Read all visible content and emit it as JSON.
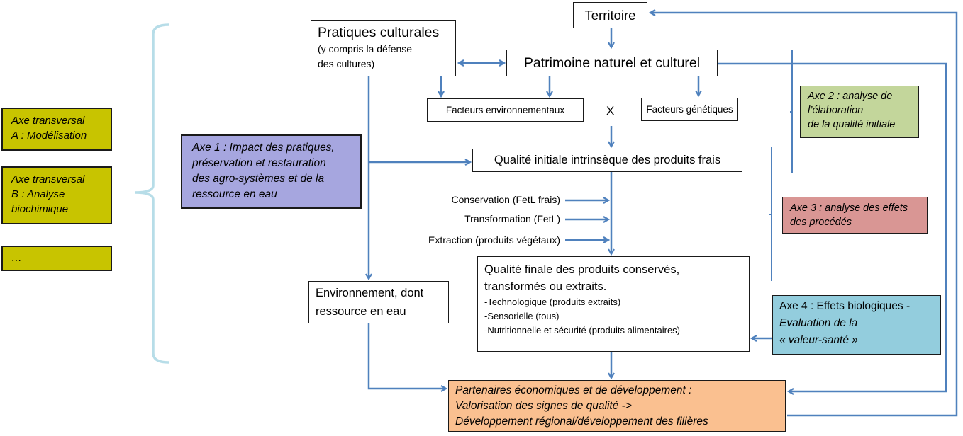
{
  "colors": {
    "connector": "#4f81bd",
    "bracket": "#b7dde8",
    "transversal": "#c8c400",
    "axe1": "#a6a6df",
    "axe2": "#c3d69b",
    "axe3": "#d99694",
    "axe4": "#93cddd",
    "partenaires": "#fac090"
  },
  "transversal_axes": [
    {
      "lines": [
        "Axe  transversal",
        "A : Modélisation"
      ]
    },
    {
      "lines": [
        "Axe  transversal",
        "B : Analyse",
        "biochimique"
      ]
    },
    {
      "lines": [
        "…"
      ]
    }
  ],
  "axe1": {
    "lines": [
      "Axe 1 : Impact des pratiques,",
      "préservation et restauration",
      "des agro-systèmes et de la",
      "ressource en eau"
    ]
  },
  "pratiques": {
    "title": "Pratiques culturales",
    "sub": [
      "(y compris la défense",
      "des cultures)"
    ]
  },
  "territoire": "Territoire",
  "patrimoine": "Patrimoine naturel et culturel",
  "facteurs_env": "Facteurs environnementaux",
  "multiply_sign": "X",
  "facteurs_gen": "Facteurs génétiques",
  "qualite_initiale": "Qualité initiale intrinsèque des produits frais",
  "process_labels": [
    "Conservation (FetL frais)",
    "Transformation (FetL)",
    "Extraction (produits végétaux)"
  ],
  "qualite_finale": {
    "title": [
      "Qualité finale des produits conservés,",
      "transformés ou extraits."
    ],
    "items": [
      "-Technologique (produits extraits)",
      "-Sensorielle (tous)",
      "-Nutritionnelle et sécurité (produits alimentaires)"
    ]
  },
  "environnement": {
    "lines": [
      "Environnement, dont",
      "ressource en eau"
    ]
  },
  "axe2": {
    "lines": [
      "Axe 2 : analyse de",
      "l’élaboration",
      "de la qualité initiale"
    ]
  },
  "axe3": {
    "lines": [
      "Axe 3 : analyse des effets",
      "des procédés"
    ]
  },
  "axe4": {
    "line1": "Axe 4 : Effets biologiques -",
    "line2": "Evaluation de la",
    "line3": "« valeur-santé »"
  },
  "partenaires": {
    "lines": [
      "Partenaires économiques et de développement :",
      "Valorisation des signes de qualité ->",
      "Développement régional/développement des filières"
    ]
  }
}
